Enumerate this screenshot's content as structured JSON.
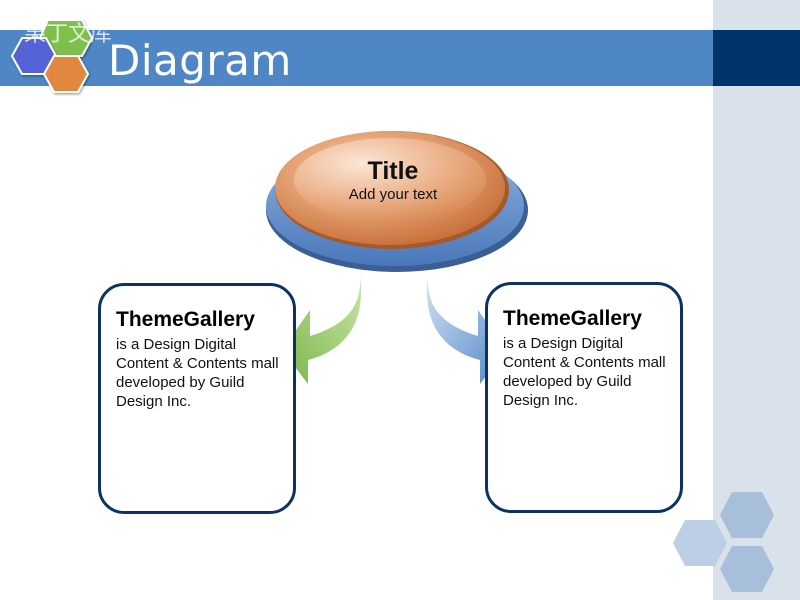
{
  "slide": {
    "title": "Diagram",
    "watermark": "果丁文库"
  },
  "center_node": {
    "title": "Title",
    "subtitle": "Add your text"
  },
  "boxes": [
    {
      "heading": "ThemeGallery",
      "body": "is a Design Digital Content & Contents mall developed by Guild Design Inc."
    },
    {
      "heading": "ThemeGallery",
      "body": "is a Design Digital Content & Contents mall developed by Guild Design Inc."
    }
  ],
  "colors": {
    "header_blue": "#4f86c6",
    "header_dark": "#00346b",
    "panel_gray": "#d9e1ea",
    "box_border": "#0a3265",
    "arrow_green": "#8cc152",
    "arrow_blue": "#5b8fd0",
    "oval_orange": "#d9804a",
    "oval_base_blue": "#5a89c8"
  },
  "icons": {
    "logo": "hexagon-cluster-icon",
    "decor": "hexagon-decoration-icon"
  }
}
